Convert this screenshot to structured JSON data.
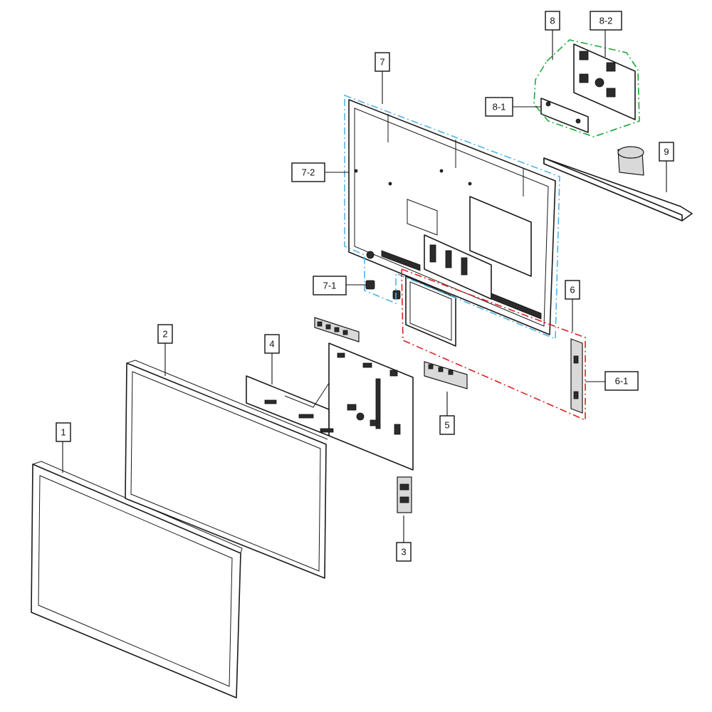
{
  "callouts": {
    "c1": "1",
    "c2": "2",
    "c3": "3",
    "c4": "4",
    "c5": "5",
    "c6": "6",
    "c6_1": "6-1",
    "c7": "7",
    "c7_1": "7-1",
    "c7_2": "7-2",
    "c8": "8",
    "c8_1": "8-1",
    "c8_2": "8-2",
    "c9": "9"
  },
  "group_colors": {
    "group_7": "#4fb3e8",
    "group_6": "#e02020",
    "group_8": "#1faa3a"
  }
}
